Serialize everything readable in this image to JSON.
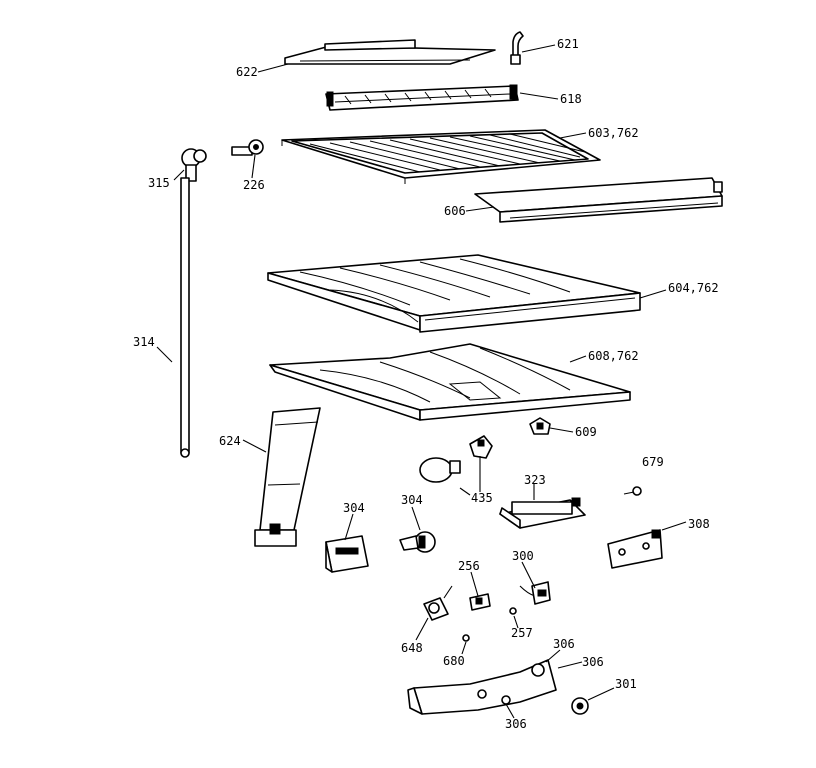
{
  "callouts": {
    "c621": "621",
    "c622": "622",
    "c618": "618",
    "c603": "603,762",
    "c315": "315",
    "c226": "226",
    "c606": "606",
    "c604": "604,762",
    "c314": "314",
    "c608": "608,762",
    "c609": "609",
    "c624": "624",
    "c679": "679",
    "c435": "435",
    "c323": "323",
    "c304a": "304",
    "c304b": "304",
    "c308": "308",
    "c300": "300",
    "c256": "256",
    "c257": "257",
    "c648": "648",
    "c680": "680",
    "c306a": "306",
    "c306b": "306",
    "c306c": "306",
    "c301": "301"
  }
}
